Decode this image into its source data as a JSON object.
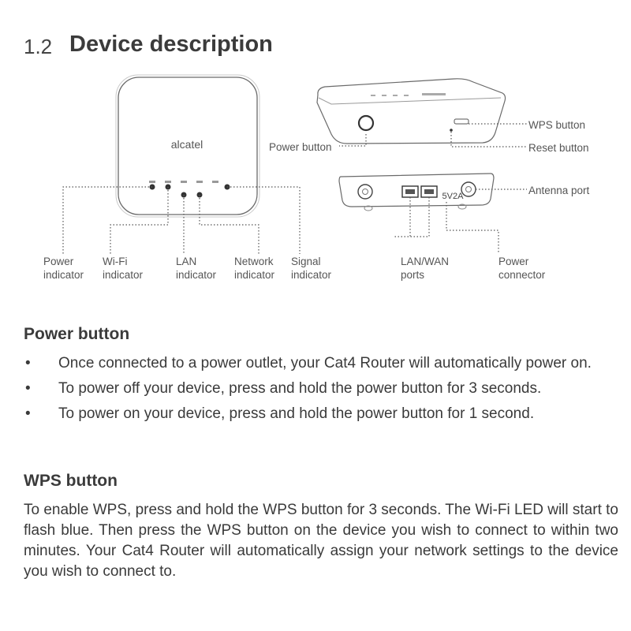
{
  "section": {
    "number": "1.2",
    "title": "Device description"
  },
  "device": {
    "brand": "alcatel",
    "rear_port_text": "5V2A"
  },
  "labels": {
    "power_indicator": [
      "Power",
      "indicator"
    ],
    "wifi_indicator": [
      "Wi-Fi",
      "indicator"
    ],
    "lan_indicator": [
      "LAN",
      "indicator"
    ],
    "network_indicator": [
      "Network",
      "indicator"
    ],
    "signal_indicator": [
      "Signal",
      "indicator"
    ],
    "power_button": "Power button",
    "wps_button": "WPS button",
    "reset_button": "Reset button",
    "antenna_port": "Antenna port",
    "lan_wan_ports": [
      "LAN/WAN",
      "ports"
    ],
    "power_connector": [
      "Power",
      "connector"
    ]
  },
  "power_section": {
    "heading": "Power button",
    "bullets": [
      "Once connected to a power outlet, your Cat4 Router will automatically power on.",
      "To power off your device, press and hold the power button for 3 seconds.",
      "To power on your device, press and hold the power button for 1 second."
    ]
  },
  "wps_section": {
    "heading": "WPS button",
    "body": "To enable WPS, press and hold the WPS button for 3 seconds. The Wi-Fi LED will start to flash blue. Then press the WPS button on the device you wish to connect to within two minutes. Your Cat4 Router will automatically assign your network settings to the device you wish to connect to."
  }
}
